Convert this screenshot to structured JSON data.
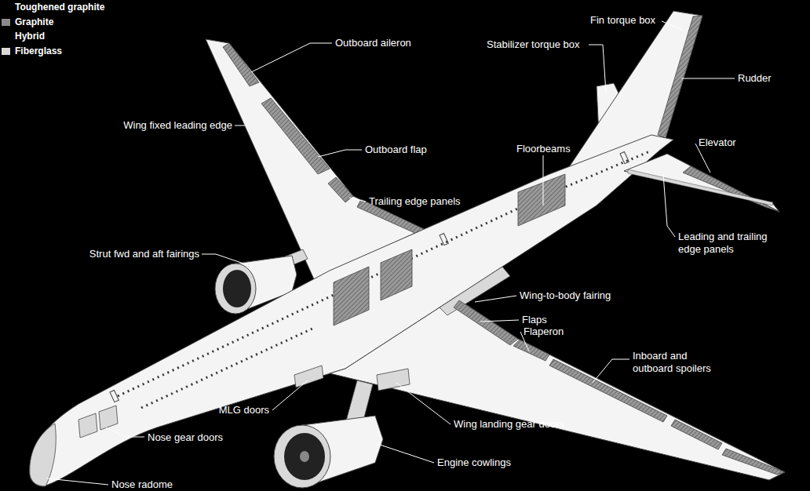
{
  "diagram": {
    "labels": [
      "Outboard aileron",
      "Fin torque box",
      "Stabilizer torque box",
      "Rudder",
      "Wing fixed leading edge",
      "Outboard flap",
      "Floorbeams",
      "Elevator",
      "Trailing edge panels",
      "Leading and trailing edge panels",
      "Strut fwd and aft fairings",
      "Wing-to-body fairing",
      "Flaps",
      "Flaperon",
      "Inboard and outboard spoilers",
      "MLG doors",
      "Wing landing gear doors",
      "Nose gear doors",
      "Engine cowlings",
      "Nose radome"
    ],
    "legend": [
      {
        "text": "Toughened graphite",
        "color": "#000000"
      },
      {
        "text": "Graphite",
        "color": "#8c8c8c"
      },
      {
        "text": "Hybrid",
        "color": "#000000"
      },
      {
        "text": "Fiberglass",
        "color": "#d9d9d9"
      }
    ]
  }
}
